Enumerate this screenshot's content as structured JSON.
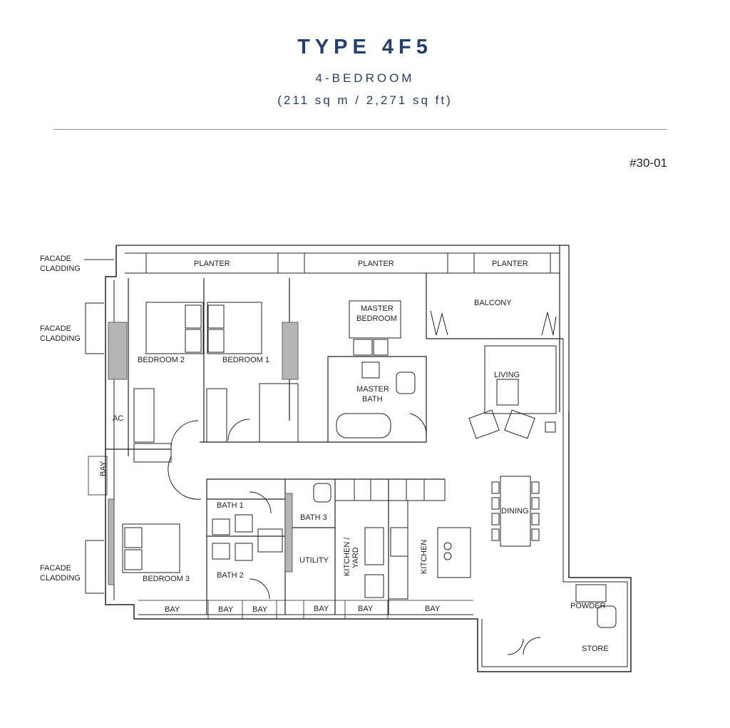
{
  "header": {
    "title": "TYPE 4F5",
    "subtitle": "4-BEDROOM",
    "area": "(211 sq m / 2,271 sq ft)",
    "unit_number": "#30-01"
  },
  "plan": {
    "callouts": {
      "facade_cladding_1a": "FACADE",
      "facade_cladding_1b": "CLADDING",
      "facade_cladding_2a": "FACADE",
      "facade_cladding_2b": "CLADDING",
      "facade_cladding_3a": "FACADE",
      "facade_cladding_3b": "CLADDING"
    },
    "rooms": {
      "planter_1": "PLANTER",
      "planter_2": "PLANTER",
      "planter_3": "PLANTER",
      "balcony": "BALCONY",
      "bedroom_2": "BEDROOM 2",
      "bedroom_1": "BEDROOM 1",
      "master_bedroom_a": "MASTER",
      "master_bedroom_b": "BEDROOM",
      "master_bath_a": "MASTER",
      "master_bath_b": "BATH",
      "living": "LIVING",
      "ac": "AC",
      "bay_side": "BAY",
      "bath_1": "BATH 1",
      "bath_2": "BATH 2",
      "bath_3": "BATH 3",
      "utility": "UTILITY",
      "kitchen_yard_a": "KITCHEN /",
      "kitchen_yard_b": "YARD",
      "kitchen": "KITCHEN",
      "dining": "DINING",
      "bedroom_3": "BEDROOM 3",
      "bay_1": "BAY",
      "bay_2": "BAY",
      "bay_3": "BAY",
      "bay_4": "BAY",
      "bay_5": "BAY",
      "bay_6": "BAY",
      "powder": "POWDER",
      "store": "STORE"
    }
  }
}
